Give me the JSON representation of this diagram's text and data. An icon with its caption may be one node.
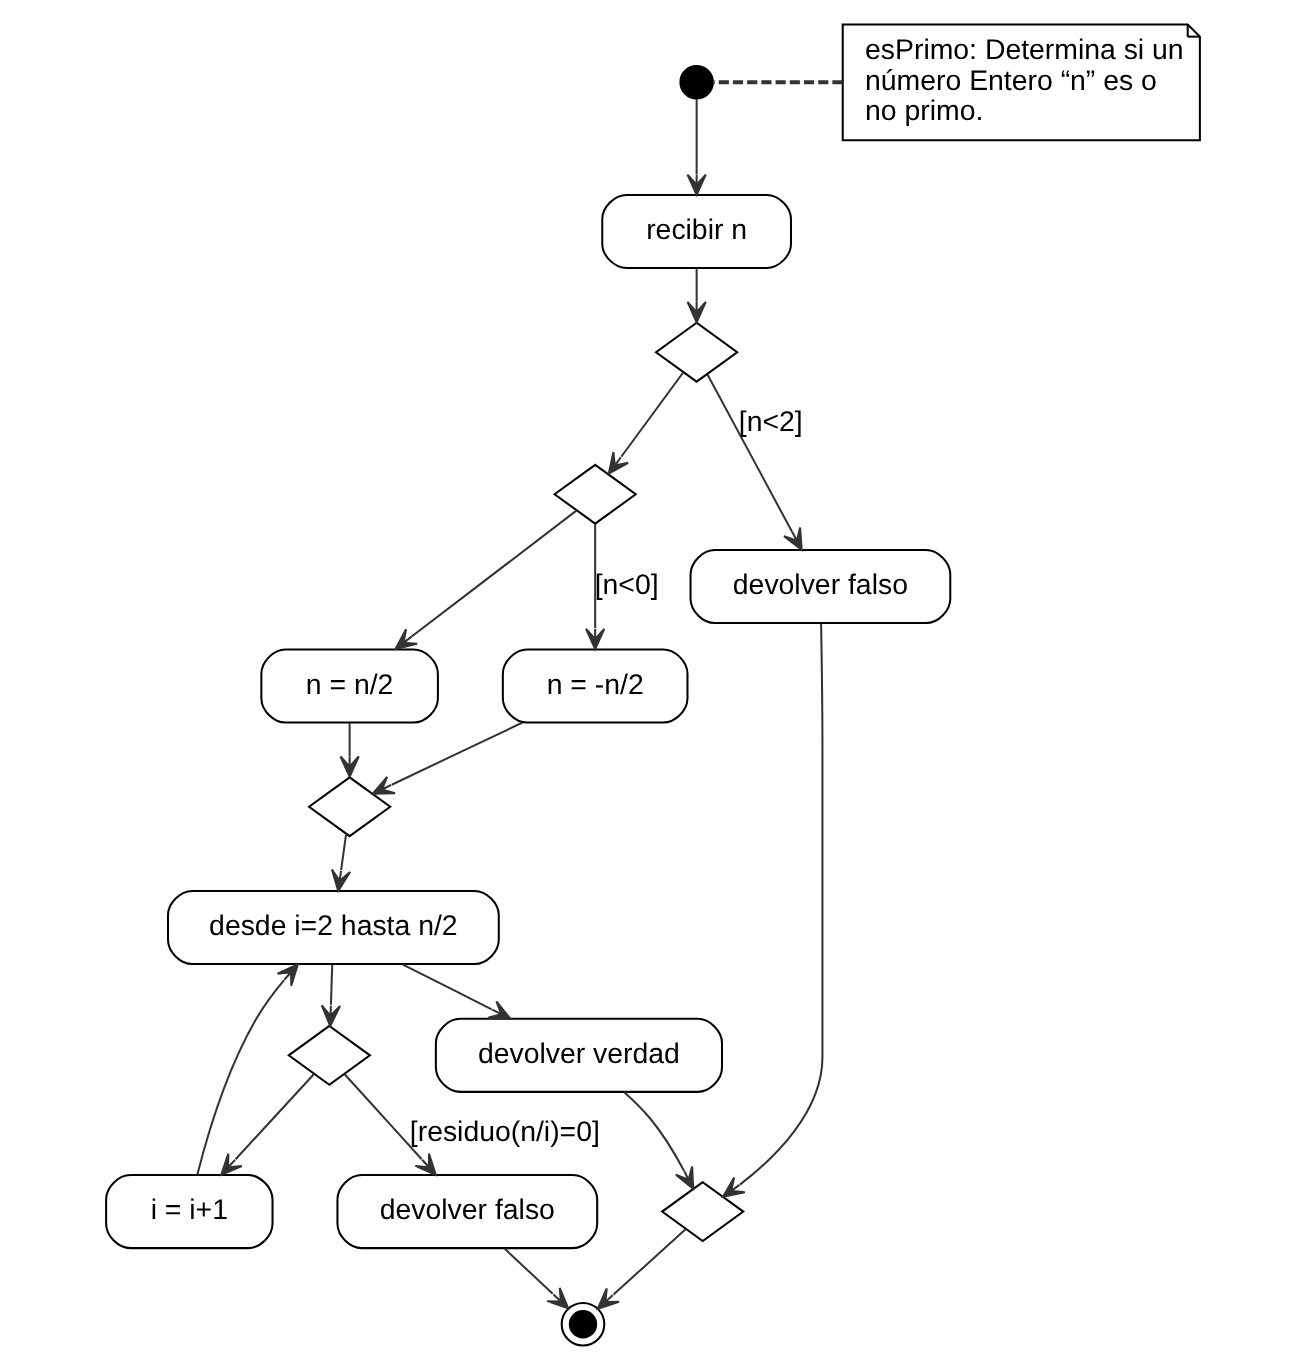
{
  "diagram": {
    "nodes": [
      {
        "text": [],
        "shape": "circle"
      },
      {
        "text": [
          "esPrimo: Determina si un número Entero “n” es o no primo."
        ]
      },
      {
        "text": [
          "recibir n"
        ]
      },
      {
        "text": [],
        "shape": "diamond"
      },
      {
        "text": [],
        "shape": "diamond"
      },
      {
        "text": [
          "n = n/2"
        ]
      },
      {
        "text": [
          "n = -n/2"
        ]
      },
      {
        "text": [],
        "shape": "diamond"
      },
      {
        "text": [
          "desde i=2 hasta n/2"
        ]
      },
      {
        "text": [
          "devolver falso"
        ]
      },
      {
        "text": [
          "i = i+1"
        ]
      },
      {
        "text": [],
        "shape": "diamond"
      },
      {
        "text": [
          "devolver verdad"
        ]
      },
      {
        "text": [
          "devolver falso"
        ]
      },
      {
        "text": [],
        "shape": "bullseye"
      },
      {
        "text": [],
        "shape": "diamond"
      }
    ],
    "edges": [
      {
        "from": 0,
        "to": 2,
        "arrow": "to"
      },
      {
        "from": 1,
        "to": 0,
        "arrow": "none",
        "style": "dashed"
      },
      {
        "from": 2,
        "to": 3,
        "arrow": "to"
      },
      {
        "from": 3,
        "to": 4,
        "arrow": "to"
      },
      {
        "from": 3,
        "to": 9,
        "arrow": "to",
        "label": "[n<2]"
      },
      {
        "from": 4,
        "to": 5,
        "arrow": "to"
      },
      {
        "from": 4,
        "to": 6,
        "arrow": "to",
        "label": "[n<0]"
      },
      {
        "from": 5,
        "to": 7,
        "arrow": "to"
      },
      {
        "from": 6,
        "to": 7,
        "arrow": "to"
      },
      {
        "from": 7,
        "to": 8,
        "arrow": "to"
      },
      {
        "from": 8,
        "to": 12,
        "arrow": "to"
      },
      {
        "from": 8,
        "to": 11,
        "arrow": "to"
      },
      {
        "from": 11,
        "to": 10,
        "arrow": "to"
      },
      {
        "from": 10,
        "to": 8,
        "arrow": "to"
      },
      {
        "from": 11,
        "to": 13,
        "arrow": "to",
        "label": "[residuo(n/i)=0]"
      },
      {
        "from": 13,
        "to": 14,
        "arrow": "to"
      },
      {
        "from": 12,
        "to": 15,
        "arrow": "to"
      },
      {
        "from": 9,
        "to": 15,
        "arrow": "to"
      },
      {
        "from": 15,
        "to": 14,
        "arrow": "to"
      }
    ]
  }
}
